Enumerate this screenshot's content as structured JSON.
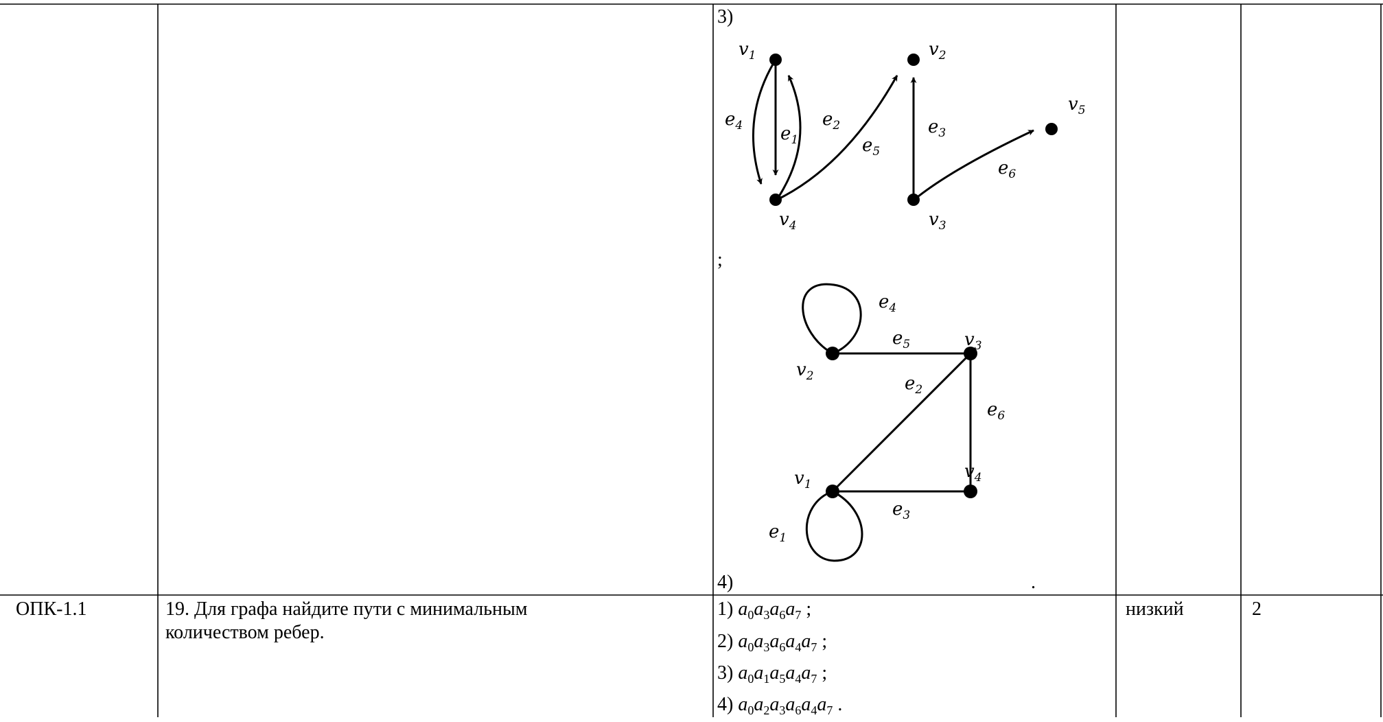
{
  "row1": {
    "item3_label": "3)",
    "separator": ";",
    "item4_label": "4)",
    "end_mark": ".",
    "graph3": {
      "vertices": [
        {
          "id": "v1",
          "base": "v",
          "sub": "1"
        },
        {
          "id": "v2",
          "base": "v",
          "sub": "2"
        },
        {
          "id": "v3",
          "base": "v",
          "sub": "3"
        },
        {
          "id": "v4",
          "base": "v",
          "sub": "4"
        },
        {
          "id": "v5",
          "base": "v",
          "sub": "5"
        }
      ],
      "edges": [
        {
          "id": "e1",
          "base": "e",
          "sub": "1",
          "from": "v1",
          "to": "v4"
        },
        {
          "id": "e2",
          "base": "e",
          "sub": "2",
          "from": "v4",
          "to": "v1"
        },
        {
          "id": "e3",
          "base": "e",
          "sub": "3",
          "from": "v3",
          "to": "v2"
        },
        {
          "id": "e4",
          "base": "e",
          "sub": "4",
          "from": "v1",
          "to": "v4"
        },
        {
          "id": "e5",
          "base": "e",
          "sub": "5",
          "from": "v4",
          "to": "v2"
        },
        {
          "id": "e6",
          "base": "e",
          "sub": "6",
          "from": "v3",
          "to": "v5"
        }
      ]
    },
    "graph4": {
      "vertices": [
        {
          "id": "v1",
          "base": "v",
          "sub": "1"
        },
        {
          "id": "v2",
          "base": "v",
          "sub": "2"
        },
        {
          "id": "v3",
          "base": "v",
          "sub": "3"
        },
        {
          "id": "v4",
          "base": "v",
          "sub": "4"
        }
      ],
      "edges": [
        {
          "id": "e1",
          "base": "e",
          "sub": "1",
          "from": "v1",
          "to": "v1"
        },
        {
          "id": "e2",
          "base": "e",
          "sub": "2",
          "from": "v1",
          "to": "v3"
        },
        {
          "id": "e3",
          "base": "e",
          "sub": "3",
          "from": "v1",
          "to": "v4"
        },
        {
          "id": "e4",
          "base": "e",
          "sub": "4",
          "from": "v2",
          "to": "v2"
        },
        {
          "id": "e5",
          "base": "e",
          "sub": "5",
          "from": "v2",
          "to": "v3"
        },
        {
          "id": "e6",
          "base": "e",
          "sub": "6",
          "from": "v3",
          "to": "v4"
        }
      ]
    }
  },
  "row2": {
    "code": "ОПК-1.1",
    "question": "19. Для графа найдите пути с минимальным количеством ребер.",
    "level": "низкий",
    "score": "2",
    "answers": [
      {
        "label": "1)",
        "letter": "a",
        "subs": [
          "0",
          "3",
          "6",
          "7"
        ],
        "end": ";"
      },
      {
        "label": "2)",
        "letter": "a",
        "subs": [
          "0",
          "3",
          "6",
          "4",
          "7"
        ],
        "end": ";"
      },
      {
        "label": "3)",
        "letter": "a",
        "subs": [
          "0",
          "1",
          "5",
          "4",
          "7"
        ],
        "end": ";"
      },
      {
        "label": "4)",
        "letter": "a",
        "subs": [
          "0",
          "2",
          "3",
          "6",
          "4",
          "7"
        ],
        "end": "."
      }
    ]
  }
}
